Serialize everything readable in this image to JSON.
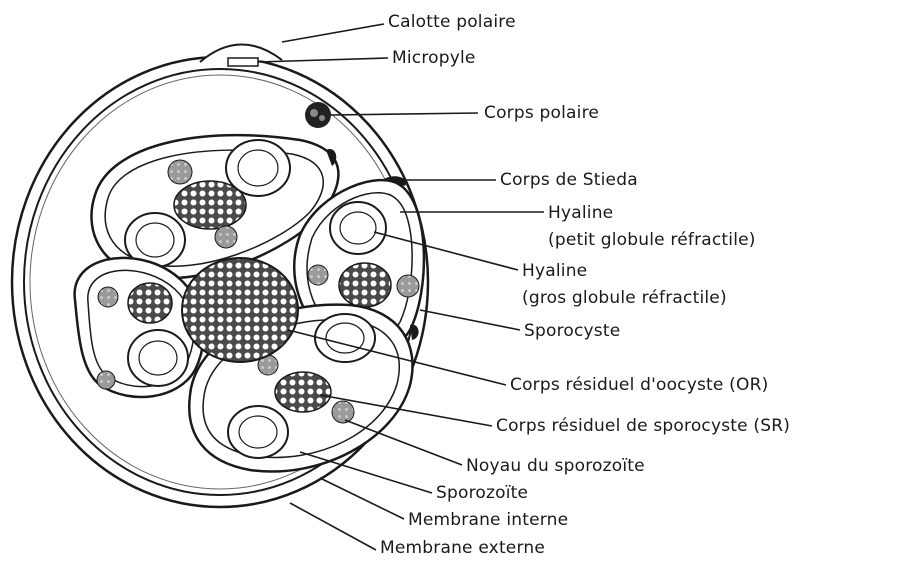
{
  "diagram": {
    "labels": {
      "calotte_polaire": "Calotte polaire",
      "micropyle": "Micropyle",
      "corps_polaire": "Corps polaire",
      "corps_de_stieda": "Corps de Stieda",
      "hyaline_petit_1": "Hyaline",
      "hyaline_petit_2": "(petit globule réfractile)",
      "hyaline_gros_1": "Hyaline",
      "hyaline_gros_2": "(gros globule réfractile)",
      "sporocyste": "Sporocyste",
      "corps_residuel_oocyste": "Corps résiduel d'oocyste (OR)",
      "corps_residuel_sporocyste": "Corps résiduel de sporocyste (SR)",
      "noyau_sporozoite": "Noyau du sporozoïte",
      "sporozoite": "Sporozoïte",
      "membrane_interne": "Membrane interne",
      "membrane_externe": "Membrane externe"
    },
    "colors": {
      "ink": "#1a1a1a",
      "background": "#ffffff",
      "residual_fill": "#555555",
      "nucleus_fill": "#9a9a9a"
    }
  }
}
